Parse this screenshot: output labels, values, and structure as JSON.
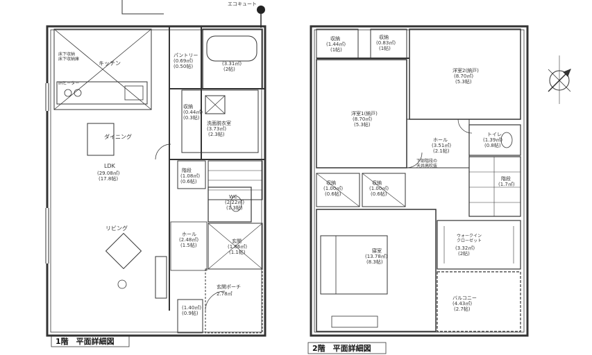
{
  "titles": {
    "floor1": "1階　平面詳細図",
    "floor2": "2階　平面詳細図"
  },
  "floor1": {
    "ecocute": "エコキュート",
    "kitchen": "キッチン",
    "kitchen_storage": "床下収納\n床下収納庫",
    "ih": "IHヒーター",
    "pantry": {
      "name": "パントリー",
      "area": "(0.69㎡)",
      "tatami": "(0.50帖)"
    },
    "bath": {
      "area": "(3.31㎡)",
      "tatami": "(2帖)"
    },
    "storage": {
      "name": "収納",
      "area": "(0.44㎡)",
      "tatami": "(0.3帖)"
    },
    "washroom": {
      "name": "洗面脱衣室",
      "area": "(3.73㎡)",
      "tatami": "(2.3帖)"
    },
    "dining": "ダイニング",
    "ldk": {
      "name": "LDK",
      "area": "(29.08㎡)",
      "tatami": "(17.8帖)"
    },
    "stair_storage": {
      "name": "階段",
      "area": "(1.08㎡)",
      "tatami": "(0.6帖)"
    },
    "wc": {
      "name": "WC",
      "area": "(2.22㎡)",
      "tatami": "(1.3帖)"
    },
    "living": "リビング",
    "hall": {
      "name": "ホール",
      "area": "(2.48㎡)",
      "tatami": "(1.5帖)"
    },
    "entrance": {
      "name": "玄関",
      "area": "(1.86㎡)",
      "tatami": "(1.1帖)"
    },
    "porch": "玄関ポーチ",
    "porch_area": "2.78㎡",
    "shoes": {
      "area": "(1.40㎡)",
      "tatami": "(0.9帖)"
    }
  },
  "floor2": {
    "storage_a": {
      "name": "収納",
      "area": "(1.44㎡)",
      "tatami": "(1帖)"
    },
    "storage_b": {
      "name": "収納",
      "area": "(0.83㎡)",
      "tatami": "(1帖)"
    },
    "bed2": {
      "name": "洋室2(納戸)",
      "area": "(8.70㎡)",
      "tatami": "(5.3帖)"
    },
    "bed1": {
      "name": "洋室1(納戸)",
      "area": "(8.70㎡)",
      "tatami": "(5.3帖)"
    },
    "hall": {
      "name": "ホール",
      "area": "(3.51㎡)",
      "tatami": "(2.1帖)"
    },
    "toilet": {
      "name": "トイレ",
      "area": "(1.39㎡)",
      "tatami": "(0.8帖)"
    },
    "ceiling_note": "下部階段の\n天井高吹抜",
    "storage_c": {
      "name": "収納",
      "area": "(1.00㎡)",
      "tatami": "(0.6帖)"
    },
    "storage_d": {
      "name": "収納",
      "area": "(1.00㎡)",
      "tatami": "(0.6帖)"
    },
    "stairs": {
      "name": "階段",
      "area": "(1.7㎡)"
    },
    "master": {
      "name": "寝室",
      "area": "(13.78㎡)",
      "tatami": "(8.3帖)"
    },
    "closet": {
      "name": "ウォークイン\nクローゼット",
      "area": "(3.32㎡)",
      "tatami": "(2帖)"
    },
    "balcony": {
      "name": "バルコニー",
      "area": "(4.43㎡)",
      "tatami": "(2.7帖)"
    }
  },
  "colors": {
    "line": "#333333",
    "paper": "#ffffff"
  }
}
